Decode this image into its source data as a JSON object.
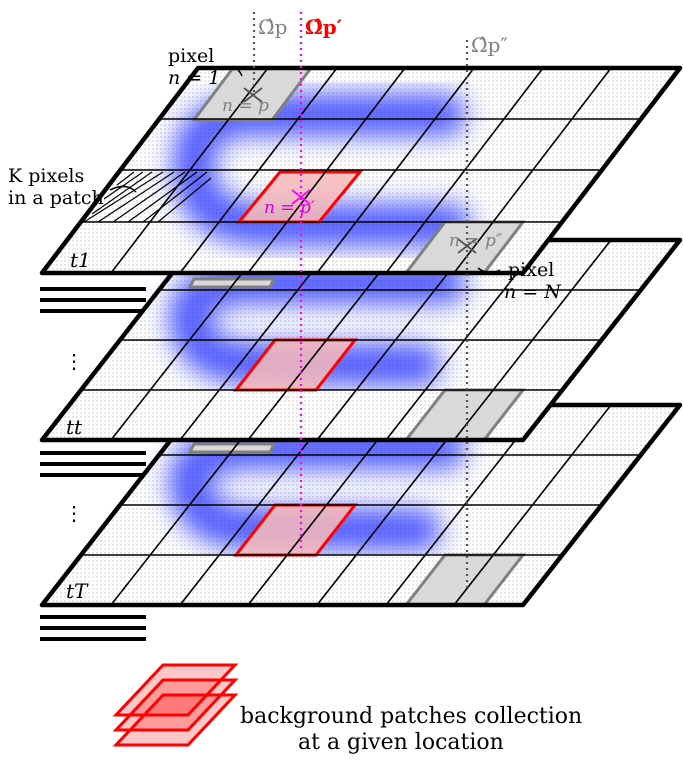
{
  "omega_labels": {
    "p": "Ω̂p",
    "p_prime": "Ω̂p′",
    "p_dprime": "Ω̂p″"
  },
  "pixel_first": {
    "line1": "pixel",
    "line2": "n = 1"
  },
  "pixel_last": {
    "line1": "pixel",
    "line2": "n = N"
  },
  "patch_note": {
    "line1": "K pixels",
    "line2": "in a patch"
  },
  "in_grid": {
    "n_p": "n = p",
    "n_p_prime": "n = p′",
    "n_p_dprime": "n = p″"
  },
  "frames": {
    "first": "t1",
    "mid": "tt",
    "last": "tT"
  },
  "ellipsis": "⋮",
  "legend": {
    "line1": "background patches collection",
    "line2": "at a given location"
  },
  "colors": {
    "selected_patch": "#ff0000",
    "selected_fill": "#f7b8b8",
    "gray_patch": "#808080",
    "gray_fill": "#d9d9d9",
    "blob": "#1a2bff",
    "omega_p_prime": "#ff00ff"
  }
}
